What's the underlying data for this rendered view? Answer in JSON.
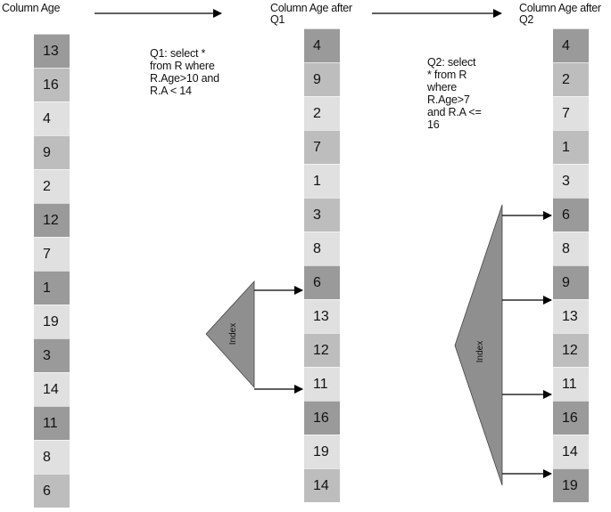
{
  "headers": {
    "col_original": "Column Age",
    "col_after_q1_line1": "Column Age after",
    "col_after_q1_line2": "Q1",
    "col_after_q2_line1": "Column Age after",
    "col_after_q2_line2": "Q2"
  },
  "queries": {
    "q1": [
      "Q1: select *",
      "from R where",
      "R.Age>10 and",
      "R.A < 14"
    ],
    "q2": [
      "Q2: select",
      "* from R",
      "where",
      "R.Age>7",
      "and R.A <=",
      "16"
    ]
  },
  "index_label": "Index",
  "colors": {
    "dark": "#9a9a9a",
    "mid": "#bdbdbd",
    "light": "#e0e0e0",
    "index": "#8f8f8f"
  },
  "columns": {
    "original": {
      "values": [
        "13",
        "16",
        "4",
        "9",
        "2",
        "12",
        "7",
        "1",
        "19",
        "3",
        "14",
        "11",
        "8",
        "6"
      ],
      "shades": [
        "dark",
        "mid",
        "light",
        "mid",
        "light",
        "dark",
        "light",
        "dark",
        "light",
        "dark",
        "light",
        "dark",
        "light",
        "mid"
      ]
    },
    "after_q1": {
      "values": [
        "4",
        "9",
        "2",
        "7",
        "1",
        "3",
        "8",
        "6",
        "13",
        "12",
        "11",
        "16",
        "19",
        "14"
      ],
      "shades": [
        "dark",
        "mid",
        "light",
        "mid",
        "light",
        "mid",
        "light",
        "dark",
        "light",
        "mid",
        "light",
        "dark",
        "light",
        "mid"
      ]
    },
    "after_q2": {
      "values": [
        "4",
        "2",
        "7",
        "1",
        "3",
        "6",
        "8",
        "9",
        "13",
        "12",
        "11",
        "16",
        "14",
        "19"
      ],
      "shades": [
        "dark",
        "mid",
        "light",
        "mid",
        "light",
        "dark",
        "light",
        "dark",
        "light",
        "mid",
        "light",
        "dark",
        "light",
        "dark"
      ]
    }
  }
}
